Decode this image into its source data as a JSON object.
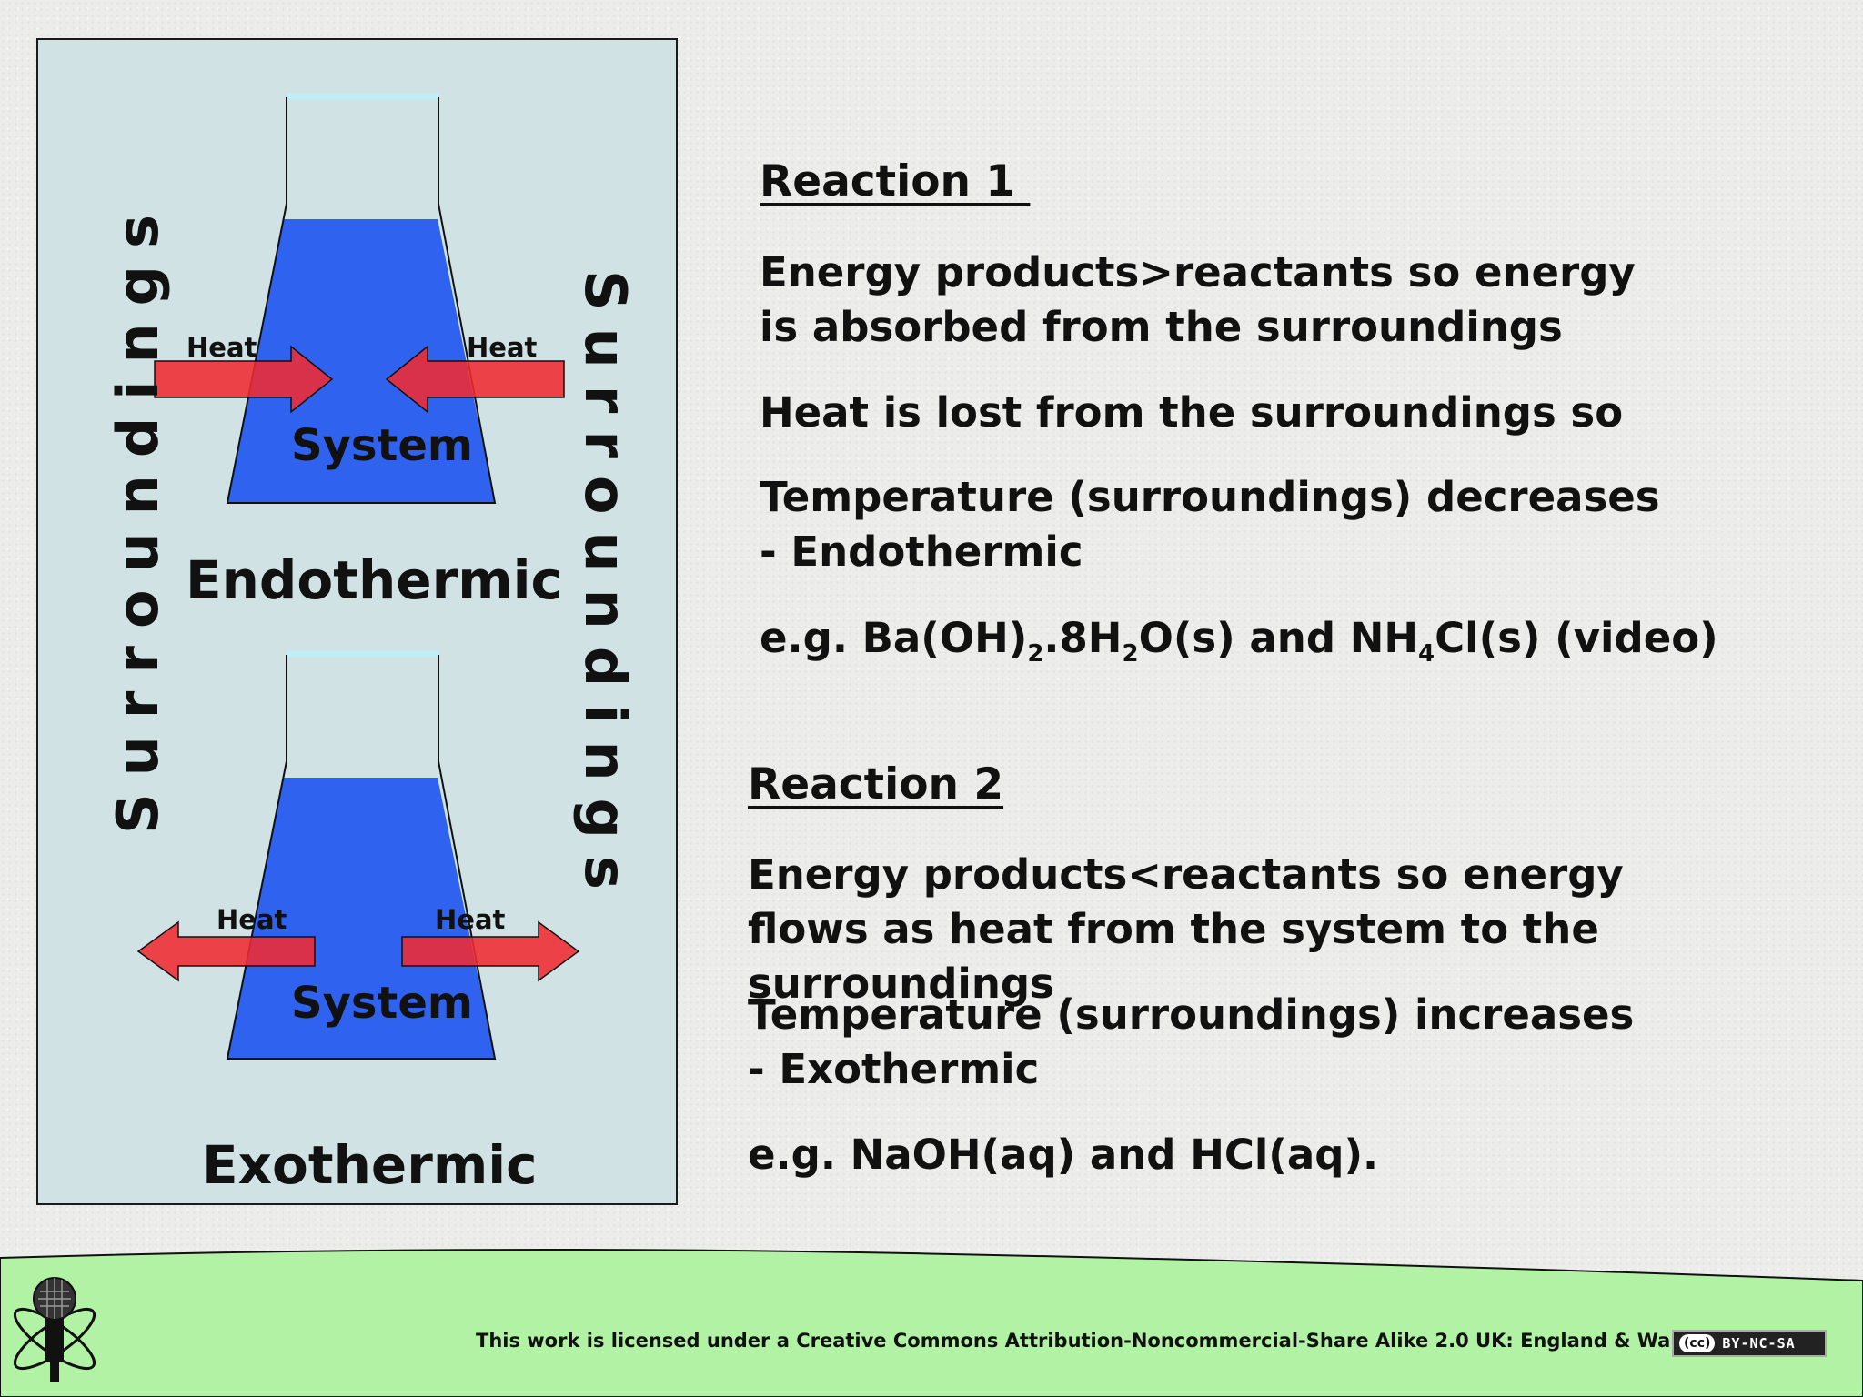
{
  "diagram": {
    "surroundings_left": "Surroundings",
    "surroundings_right": "Surroundings",
    "endothermic": {
      "heat_left": "Heat",
      "heat_right": "Heat",
      "system": "System",
      "label": "Endothermic"
    },
    "exothermic": {
      "heat_left": "Heat",
      "heat_right": "Heat",
      "system": "System",
      "label": "Exothermic"
    }
  },
  "reaction1": {
    "heading": "Reaction 1 ",
    "line1": "Energy products>reactants so energy is absorbed from the surroundings",
    "line2": "Heat is lost from the surroundings so",
    "line3": "Temperature (surroundings) decreases - Endothermic",
    "example": {
      "t1": "e.g. Ba(OH)",
      "s1": "2",
      "t2": ".8H",
      "s2": "2",
      "t3": "O(s) and NH",
      "s3": "4",
      "t4": "Cl(s) (video)"
    }
  },
  "reaction2": {
    "heading": "Reaction 2",
    "line1": "Energy products<reactants so energy flows as heat from the system to the surroundings",
    "line2": "Temperature (surroundings) increases - Exothermic",
    "example": "e.g. NaOH(aq) and HCl(aq)."
  },
  "footer": {
    "license": "This work is licensed under a Creative Commons Attribution-Noncommercial-Share Alike 2.0 UK: England & Wales License",
    "badge_cc": "(cc)",
    "badge_text": "BY-NC-SA"
  },
  "colors": {
    "panel": "#d1e2e5",
    "liquid": "#2f62ee",
    "arrow": "#f02a32",
    "footer": "#b2f2a4"
  }
}
